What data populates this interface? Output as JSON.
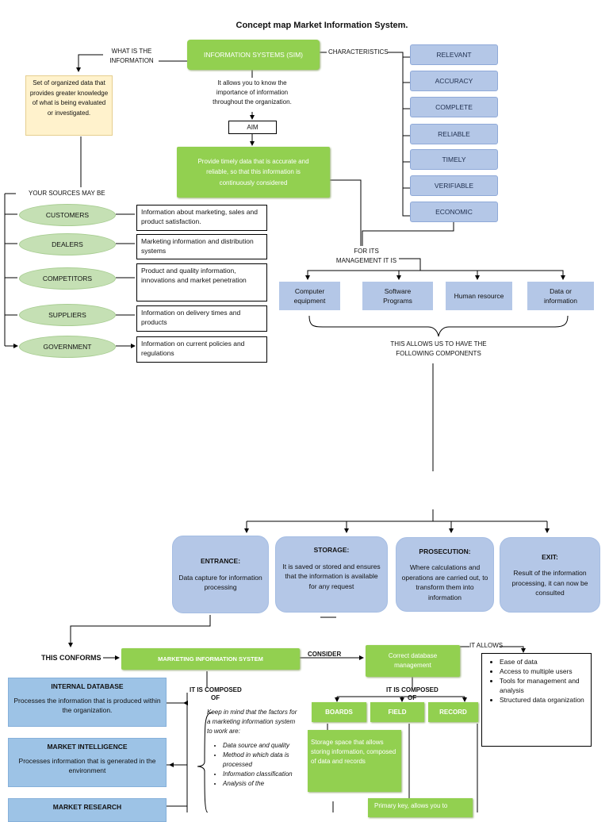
{
  "title": "Concept map Market Information System.",
  "what_is": {
    "label_line1": "WHAT IS THE",
    "label_line2": "INFORMATION",
    "definition": "Set of organized data that provides greater knowledge of what is being evaluated or investigated."
  },
  "sim": {
    "title": "INFORMATION SYSTEMS (SIM)",
    "allows": "It allows you to know the importance of information throughout the organization.",
    "aim_label": "AIM",
    "aim_text": "Provide timely data that is accurate and reliable, so that this information is continuously considered"
  },
  "characteristics": {
    "label": "CHARACTERISTICS",
    "items": [
      "RELEVANT",
      "ACCURACY",
      "COMPLETE",
      "RELIABLE",
      "TIMELY",
      "VERIFIABLE",
      "ECONOMIC"
    ]
  },
  "sources": {
    "label": "YOUR SOURCES MAY BE",
    "items": [
      {
        "name": "CUSTOMERS",
        "desc": "Information about marketing, sales and product satisfaction."
      },
      {
        "name": "DEALERS",
        "desc": "Marketing information and distribution systems"
      },
      {
        "name": "COMPETITORS",
        "desc": "Product and quality information, innovations and market penetration"
      },
      {
        "name": "SUPPLIERS",
        "desc": "Information on delivery times and products"
      },
      {
        "name": "GOVERNMENT",
        "desc": "Information on current policies and regulations"
      }
    ]
  },
  "management": {
    "label_line1": "FOR ITS",
    "label_line2": "MANAGEMENT IT IS",
    "resources": [
      "Computer equipment",
      "Software Programs",
      "Human resource",
      "Data or information"
    ],
    "allows": "THIS ALLOWS US TO HAVE THE FOLLOWING COMPONENTS"
  },
  "components": [
    {
      "title": "ENTRANCE:",
      "desc": "Data capture for information processing"
    },
    {
      "title": "STORAGE:",
      "desc": "It is saved or stored and ensures that the information is available for any request"
    },
    {
      "title": "PROSECUTION:",
      "desc": "Where calculations and operations are carried out, to transform them into information"
    },
    {
      "title": "EXIT:",
      "desc": "Result of the information processing, it can now be consulted"
    }
  ],
  "mis": {
    "conforms": "THIS CONFORMS",
    "title": "MARKETING INFORMATION SYSTEM",
    "consider": "CONSIDER",
    "composed": "IT IS COMPOSED OF"
  },
  "mis_parts": [
    {
      "title": "INTERNAL DATABASE",
      "desc": "Processes the information that is produced within the organization."
    },
    {
      "title": "MARKET INTELLIGENCE",
      "desc": "Processes information that is generated in the environment"
    },
    {
      "title": "MARKET RESEARCH",
      "desc": ""
    }
  ],
  "factors": {
    "intro": "Keep in mind that the factors for a marketing information system to work are:",
    "items": [
      "Data source and quality",
      "Method in which data is processed",
      "Information classification",
      "Analysis of the"
    ]
  },
  "database": {
    "title": "Correct database management",
    "allows_label": "IT ALLOWS",
    "composed": "IT IS COMPOSED OF",
    "parts": [
      "BOARDS",
      "FIELD",
      "RECORD"
    ],
    "boards_desc": "Storage space that allows storing information, composed of data and records",
    "field_desc": "Primary key, allows you to",
    "benefits": [
      "Ease of data",
      "Access to multiple users",
      "Tools for management and analysis",
      "Structured data organization"
    ]
  },
  "colors": {
    "green": "#92d050",
    "blue": "#b4c7e7",
    "oval": "#c5e0b4",
    "note": "#fff2cc"
  }
}
